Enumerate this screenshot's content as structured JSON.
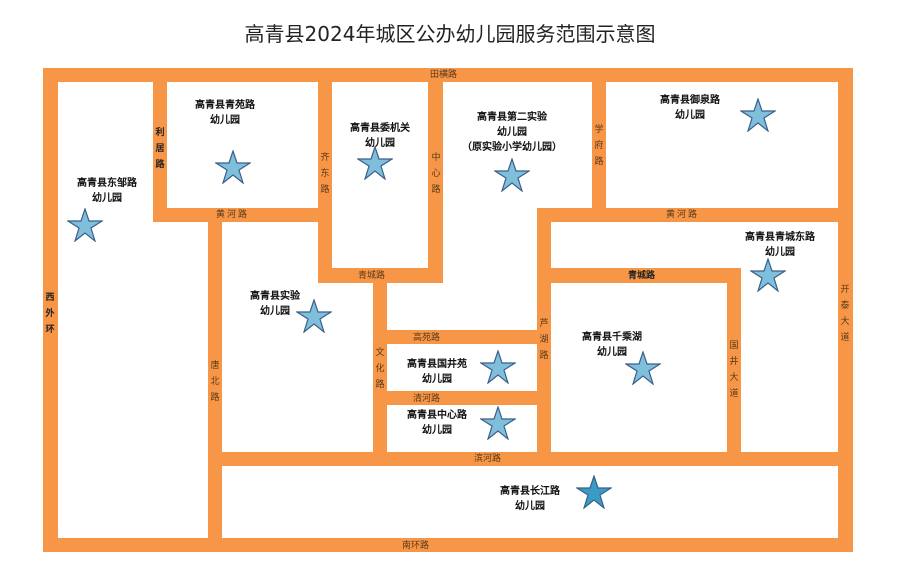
{
  "title": "高青县2024年城区公办幼儿园服务范围示意图",
  "colors": {
    "road": "#f79646",
    "star": "#7fbfdc",
    "star_dark": "#3a9cc4",
    "star_stroke": "#3a5f8a"
  },
  "kindergartens": [
    {
      "name": "高青县东邹路\n幼儿园"
    },
    {
      "name": "高青县青苑路\n幼儿园"
    },
    {
      "name": "高青县委机关\n幼儿园"
    },
    {
      "name": "高青县第二实验\n幼儿园\n（原实验小学幼儿园）"
    },
    {
      "name": "高青县御泉路\n幼儿园"
    },
    {
      "name": "高青县青城东路\n幼儿园"
    },
    {
      "name": "高青县实验\n幼儿园"
    },
    {
      "name": "高青县国井苑\n幼儿园"
    },
    {
      "name": "高青县中心路\n幼儿园"
    },
    {
      "name": "高青县千乘湖\n幼儿园"
    },
    {
      "name": "高青县长江路\n幼儿园"
    }
  ],
  "roads": {
    "tianheng": "田横路",
    "liju": "利居路",
    "huanghe1": "黄河路",
    "huanghe2": "黄河路",
    "qidong": "齐东路",
    "zhongxin": "中心路",
    "qingcheng1": "青城路",
    "qingcheng2": "青城路",
    "xuefu": "学府路",
    "kaitai": "开泰大道",
    "xiwaihuan": "西外环",
    "tangbei": "唐北路",
    "wenhua": "文化路",
    "gaoyuan": "高苑路",
    "qinghe": "清河路",
    "luhu": "芦湖路",
    "guojing": "国井大道",
    "binhe": "滨河路",
    "nanhuan": "南环路"
  }
}
